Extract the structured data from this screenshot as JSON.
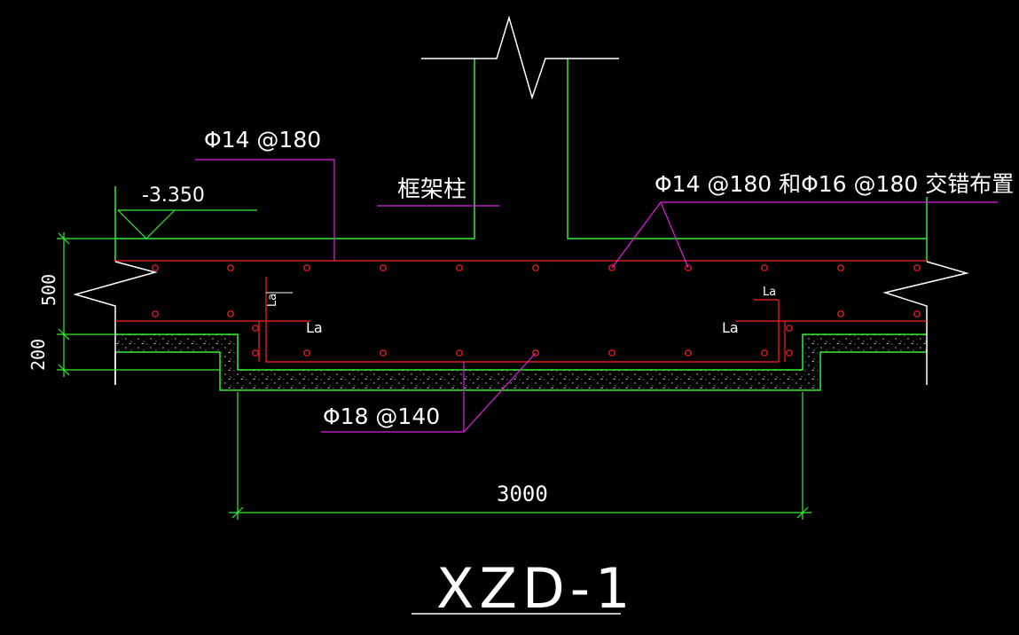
{
  "drawing": {
    "title": "XZD-1",
    "elevation": "-3.350",
    "column_label": "框架柱",
    "labels": {
      "top_rebar": "Φ14 @180",
      "top_rebar_alt": "Φ14 @180 和Φ16 @180 交错布置",
      "bottom_rebar": "Φ18 @140"
    },
    "anchorage_symbol": "La",
    "dimensions": {
      "thickness": "500",
      "cushion": "200",
      "width": "3000"
    }
  },
  "colors": {
    "background": "#000000",
    "outline": "#33ee33",
    "leader": "#e020e0",
    "rebar": "#ff2222",
    "concrete": "#33ee33",
    "text": "#ffffff",
    "break_line": "#ffffff"
  }
}
